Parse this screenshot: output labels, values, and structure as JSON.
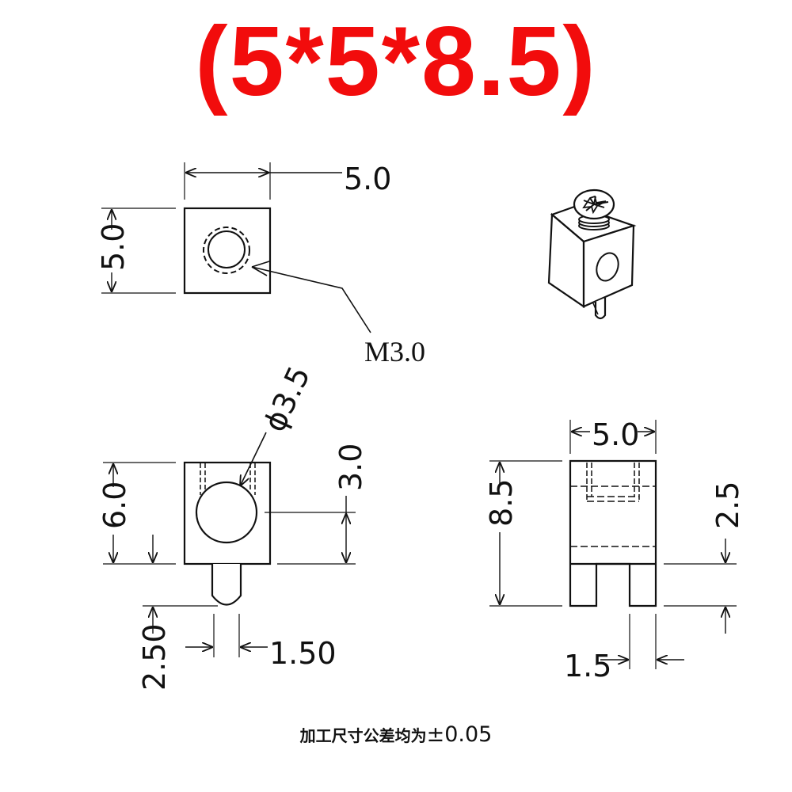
{
  "title": {
    "text": "(5*5*8.5)",
    "color": "#f20c0c"
  },
  "views": {
    "top_view": {
      "width_label": "5.0",
      "height_label": "5.0",
      "thread_label": "M3.0"
    },
    "isometric_view": {
      "description": "terminal block with phillips screw and pin"
    },
    "front_view": {
      "height_label": "6.0",
      "hole_diameter_label": "ϕ3.5",
      "hole_center_label": "3.0",
      "pin_length_label": "2.50",
      "pin_width_label": "1.50"
    },
    "side_view": {
      "width_label": "5.0",
      "height_label": "8.5",
      "slot_depth_label": "2.5",
      "leg_width_label": "1.5"
    }
  },
  "note": {
    "text_cn": "加工尺寸公差均为",
    "tolerance": "±0.05"
  },
  "colors": {
    "line": "#111111",
    "title": "#f20c0c"
  }
}
